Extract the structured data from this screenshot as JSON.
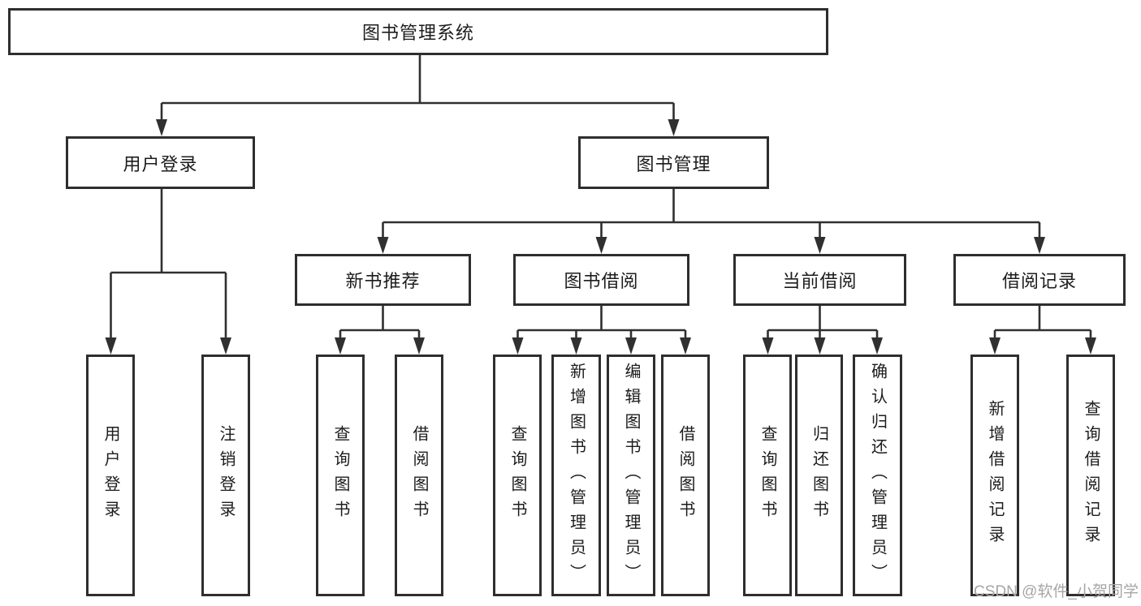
{
  "tree": {
    "root": {
      "label": "图书管理系统"
    },
    "children": [
      {
        "label": "用户登录",
        "children": [
          {
            "label": "用户登录"
          },
          {
            "label": "注销登录"
          }
        ]
      },
      {
        "label": "图书管理",
        "children": [
          {
            "label": "新书推荐",
            "children": [
              {
                "label": "查询图书"
              },
              {
                "label": "借阅图书"
              }
            ]
          },
          {
            "label": "图书借阅",
            "children": [
              {
                "label": "查询图书"
              },
              {
                "label": "新增图书（管理员）"
              },
              {
                "label": "编辑图书（管理员）"
              },
              {
                "label": "借阅图书"
              }
            ]
          },
          {
            "label": "当前借阅",
            "children": [
              {
                "label": "查询图书"
              },
              {
                "label": "归还图书"
              },
              {
                "label": "确认归还（管理员）"
              }
            ]
          },
          {
            "label": "借阅记录",
            "children": [
              {
                "label": "新增借阅记录"
              },
              {
                "label": "查询借阅记录"
              }
            ]
          }
        ]
      }
    ]
  },
  "watermark": {
    "text": "CSDN @软件_小贺同学"
  },
  "colors": {
    "background": "#ffffff",
    "line": "#303030",
    "box_border": "#2e2e2e",
    "text": "#1c1c1c",
    "watermark_text": "#a6a6a6"
  }
}
